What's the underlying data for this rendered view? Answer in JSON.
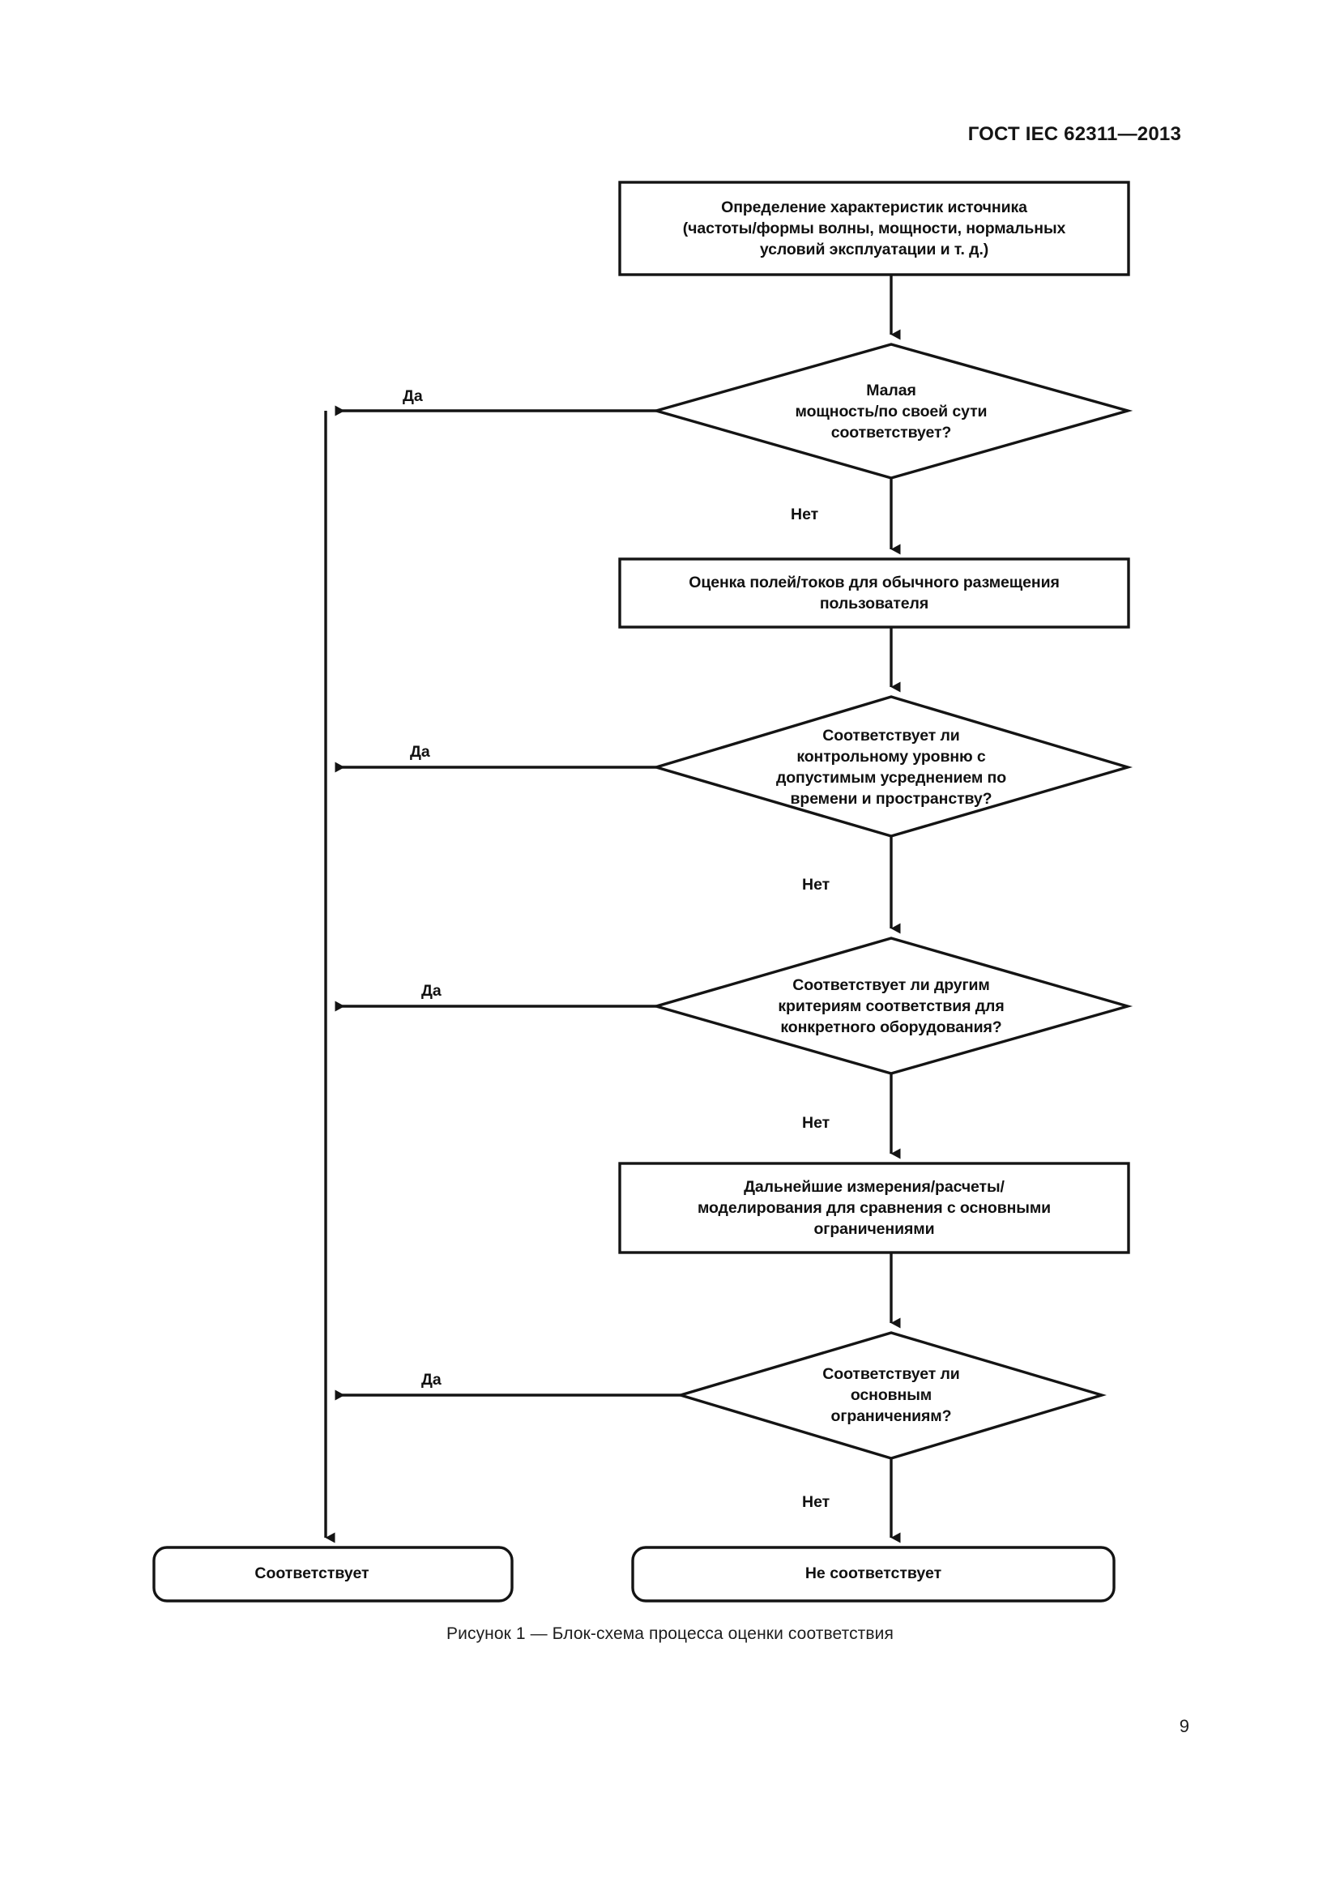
{
  "document": {
    "header": "ГОСТ IEC 62311—2013",
    "page_number": "9",
    "figure_caption": "Рисунок 1 — Блок-схема процесса оценки соответствия"
  },
  "flowchart": {
    "nodes": [
      {
        "id": "source-characterization",
        "type": "process",
        "lines": [
          "Определение характеристик источника",
          "(частоты/формы волны, мощности, нормальных",
          "условий эксплуатации и т. д.)"
        ]
      },
      {
        "id": "low-power-decision",
        "type": "decision",
        "lines": [
          "Малая",
          "мощность/по своей сути",
          "соответствует?"
        ]
      },
      {
        "id": "field-current-evaluation",
        "type": "process",
        "lines": [
          "Оценка полей/токов для обычного размещения",
          "пользователя"
        ]
      },
      {
        "id": "reference-level-decision",
        "type": "decision",
        "lines": [
          "Соответствует ли",
          "контрольному уровню с",
          "допустимым усреднением по",
          "времени и пространству?"
        ]
      },
      {
        "id": "other-criteria-decision",
        "type": "decision",
        "lines": [
          "Соответствует ли другим",
          "критериям соответствия для",
          "конкретного оборудования?"
        ]
      },
      {
        "id": "further-measurements",
        "type": "process",
        "lines": [
          "Дальнейшие измерения/расчеты/",
          "моделирования для сравнения с основными",
          "ограничениями"
        ]
      },
      {
        "id": "basic-restrictions-decision",
        "type": "decision",
        "lines": [
          "Соответствует ли",
          "основным",
          "ограничениям?"
        ]
      },
      {
        "id": "terminal-compliant",
        "type": "terminator",
        "lines": [
          "Соответствует"
        ]
      },
      {
        "id": "terminal-non-compliant",
        "type": "terminator",
        "lines": [
          "Не соответствует"
        ]
      }
    ],
    "edge_labels": {
      "yes": "Да",
      "no": "Нет"
    },
    "yes_branches": [
      {
        "from": "low-power-decision",
        "label": "Да"
      },
      {
        "from": "reference-level-decision",
        "label": "Да"
      },
      {
        "from": "other-criteria-decision",
        "label": "Да"
      },
      {
        "from": "basic-restrictions-decision",
        "label": "Да"
      }
    ],
    "no_branches": [
      {
        "from": "low-power-decision",
        "label": "Нет"
      },
      {
        "from": "reference-level-decision",
        "label": "Нет"
      },
      {
        "from": "other-criteria-decision",
        "label": "Нет"
      },
      {
        "from": "basic-restrictions-decision",
        "label": "Нет"
      }
    ],
    "colors": {
      "stroke": "#141414",
      "fill": "#ffffff",
      "text": "#111111"
    }
  }
}
